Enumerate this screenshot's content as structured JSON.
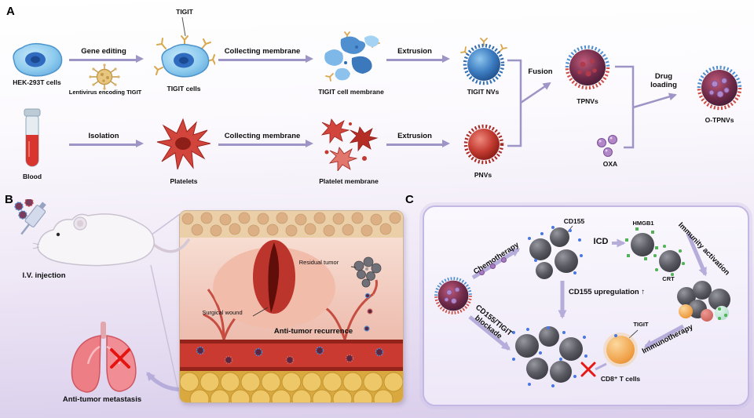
{
  "colors": {
    "arrow_purple": "#9c95c6",
    "panelc_arrow": "#b6addb",
    "cell_blue": "#8ecbee",
    "nucleus_blue": "#2f6cc0",
    "platelet_red": "#d2453c",
    "vessel_red": "#cb3a31",
    "fat_yellow": "#d9a83e",
    "oxa_purple": "#a77bc0",
    "tcell_orange": "#f0a047",
    "block_red": "#e51814"
  },
  "panelA": {
    "label": "A",
    "row1": {
      "hek_cells": "HEK-293T cells",
      "gene_editing": "Gene editing",
      "lentivirus": "Lentivirus encoding TIGIT",
      "tigit_tag": "TIGIT",
      "tigit_cells": "TIGIT cells",
      "collecting_membrane": "Collecting membrane",
      "tigit_cell_membrane": "TIGIT cell membrane",
      "extrusion": "Extrusion",
      "tigit_nvs": "TIGIT NVs",
      "fusion": "Fusion",
      "tpnvs": "TPNVs",
      "drug_loading": "Drug loading",
      "o_tpnvs": "O-TPNVs"
    },
    "row2": {
      "blood": "Blood",
      "isolation": "Isolation",
      "platelets": "Platelets",
      "collecting_membrane": "Collecting membrane",
      "platelet_membrane": "Platelet membrane",
      "extrusion": "Extrusion",
      "pnvs": "PNVs",
      "oxa": "OXA"
    }
  },
  "panelB": {
    "label": "B",
    "iv_injection": "I.V. injection",
    "surgical_wound": "Surgical wound",
    "residual_tumor": "Residual tumor",
    "anti_tumor_recurrence": "Anti-tumor recurrence",
    "anti_tumor_metastasis": "Anti-tumor metastasis"
  },
  "panelC": {
    "label": "C",
    "chemotherapy": "Chemotherapy",
    "cd155": "CD155",
    "icd": "ICD",
    "hmgb1": "HMGB1",
    "crt": "CRT",
    "immunity_activation": "Immunity activation",
    "cd155_upregulation": "CD155 upregulation ↑",
    "blockade_line1": "CD155/TIGIT",
    "blockade_line2": "blockade",
    "tigit": "TIGIT",
    "immunotherapy": "Immunotherapy",
    "cd8_t_cells": "CD8⁺ T cells"
  }
}
